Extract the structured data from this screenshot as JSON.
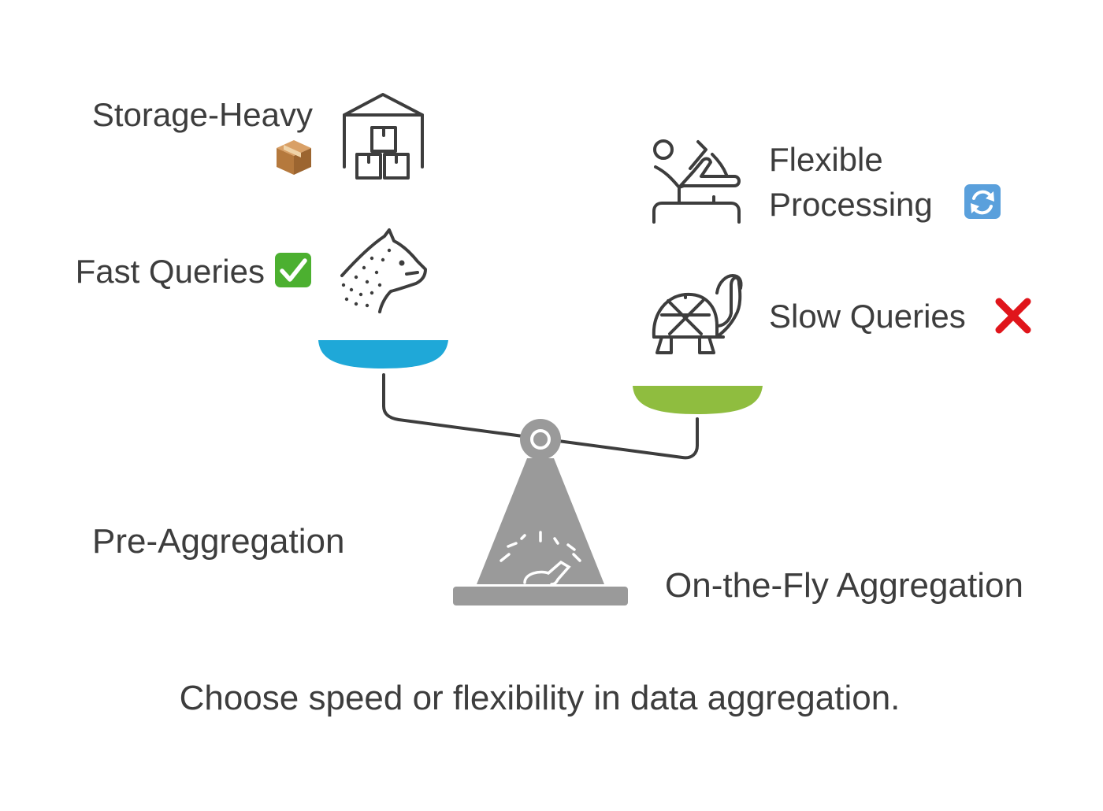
{
  "left_side": {
    "name": "Pre-Aggregation",
    "pan_color": "#1fa8d8",
    "items": [
      {
        "label": "Storage-Heavy",
        "emoji": "📦",
        "icon": "warehouse-icon"
      },
      {
        "label": "Fast Queries",
        "emoji": "✅",
        "icon": "cheetah-icon"
      }
    ]
  },
  "right_side": {
    "name": "On-the-Fly Aggregation",
    "pan_color": "#8fbd3f",
    "items": [
      {
        "label_line1": "Flexible",
        "label_line2": "Processing",
        "emoji": "🔄",
        "icon": "gymnast-icon"
      },
      {
        "label": "Slow Queries",
        "emoji": "❌",
        "icon": "turtle-icon"
      }
    ]
  },
  "scale": {
    "icon": "balance-scale-icon",
    "gauge_icon": "speedometer-icon",
    "color": "#9a9a9a"
  },
  "caption": "Choose speed or flexibility in data aggregation."
}
